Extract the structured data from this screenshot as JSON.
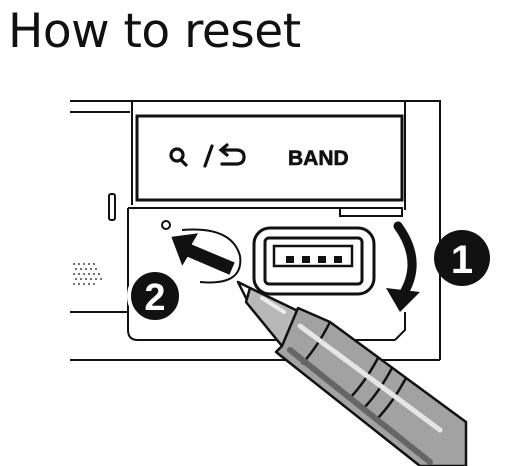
{
  "page": {
    "title": "How to reset"
  },
  "diagram": {
    "button_labels": {
      "search_back": "Q / ⮌",
      "band": "BAND"
    },
    "steps": [
      {
        "number": "1",
        "action": "remove-faceplate-slide-down"
      },
      {
        "number": "2",
        "action": "press-reset-with-pen"
      }
    ],
    "icons": {
      "search": "search-icon",
      "back": "back-arrow-icon",
      "usb": "usb-port-icon",
      "pen": "pen-icon",
      "arrow_down": "curved-arrow-down-icon",
      "arrow_up_left": "arrow-up-left-icon"
    },
    "colors": {
      "line": "#111111",
      "background": "#ffffff",
      "pen_fill": "#9a9a9a",
      "pen_dark": "#555555"
    }
  }
}
